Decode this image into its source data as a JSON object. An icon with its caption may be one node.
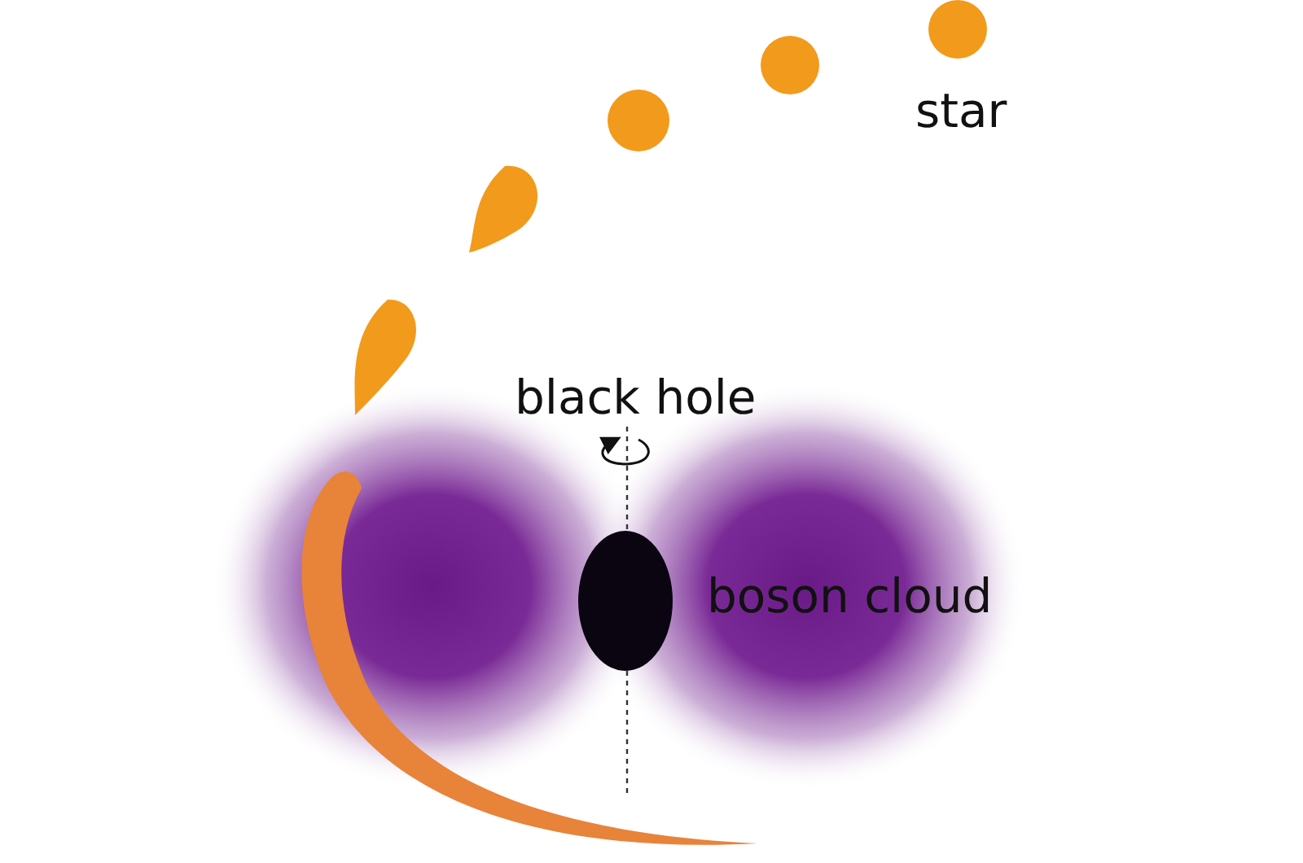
{
  "diagram": {
    "labels": [
      "star",
      "black hole",
      "boson cloud"
    ]
  }
}
